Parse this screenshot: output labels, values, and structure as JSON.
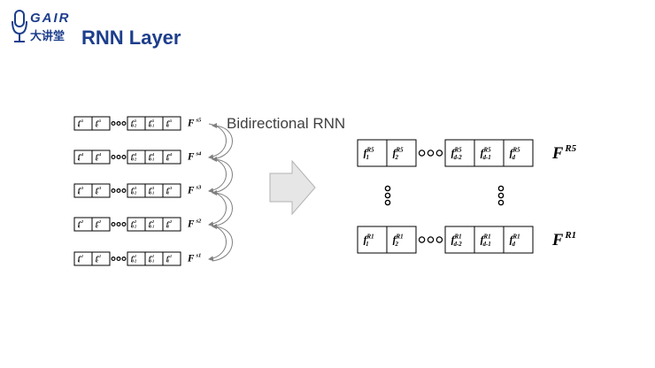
{
  "header": {
    "logo_text": "GAIR",
    "logo_sub": "大讲堂",
    "title": "RNN Layer"
  },
  "rnn_label": "Bidirectional RNN",
  "left_rows": [
    {
      "label": "F",
      "sup": "s5",
      "cells": [
        [
          "f",
          "s5",
          "1"
        ],
        [
          "f",
          "s5",
          "2"
        ],
        [
          "f",
          "s5",
          "d-2"
        ],
        [
          "f",
          "s5",
          "d-1"
        ],
        [
          "f",
          "s5",
          "d"
        ]
      ]
    },
    {
      "label": "F",
      "sup": "s4",
      "cells": [
        [
          "f",
          "s4",
          "1"
        ],
        [
          "f",
          "s4",
          "2"
        ],
        [
          "f",
          "s4",
          "d-2"
        ],
        [
          "f",
          "s4",
          "d-1"
        ],
        [
          "f",
          "s4",
          "d"
        ]
      ]
    },
    {
      "label": "F",
      "sup": "s3",
      "cells": [
        [
          "f",
          "s3",
          "1"
        ],
        [
          "f",
          "s3",
          "2"
        ],
        [
          "f",
          "s3",
          "d-2"
        ],
        [
          "f",
          "s3",
          "d-1"
        ],
        [
          "f",
          "s3",
          "d"
        ]
      ]
    },
    {
      "label": "F",
      "sup": "s2",
      "cells": [
        [
          "f",
          "s2",
          "1"
        ],
        [
          "f",
          "s2",
          "2"
        ],
        [
          "f",
          "s2",
          "d-2"
        ],
        [
          "f",
          "s2",
          "d-1"
        ],
        [
          "f",
          "s2",
          "d"
        ]
      ]
    },
    {
      "label": "F",
      "sup": "s1",
      "cells": [
        [
          "f",
          "s1",
          "1"
        ],
        [
          "f",
          "s1",
          "2"
        ],
        [
          "f",
          "s1",
          "d-2"
        ],
        [
          "f",
          "s1",
          "d-1"
        ],
        [
          "f",
          "s1",
          "d"
        ]
      ]
    }
  ],
  "right_rows": [
    {
      "label": "F",
      "sup": "R5",
      "cells": [
        [
          "f",
          "R5",
          "1"
        ],
        [
          "f",
          "R5",
          "2"
        ],
        [
          "f",
          "R5",
          "d-2"
        ],
        [
          "f",
          "R5",
          "d-1"
        ],
        [
          "f",
          "R5",
          "d"
        ]
      ]
    },
    {
      "label": "F",
      "sup": "R1",
      "cells": [
        [
          "f",
          "R1",
          "1"
        ],
        [
          "f",
          "R1",
          "2"
        ],
        [
          "f",
          "R1",
          "d-2"
        ],
        [
          "f",
          "R1",
          "d-1"
        ],
        [
          "f",
          "R1",
          "d"
        ]
      ]
    }
  ],
  "colors": {
    "brand": "#1d3e8c",
    "line": "#000000",
    "arrow_fill": "#e6e6e6",
    "arrow_stroke": "#b3b3b3",
    "curve": "#7f7f7f"
  }
}
